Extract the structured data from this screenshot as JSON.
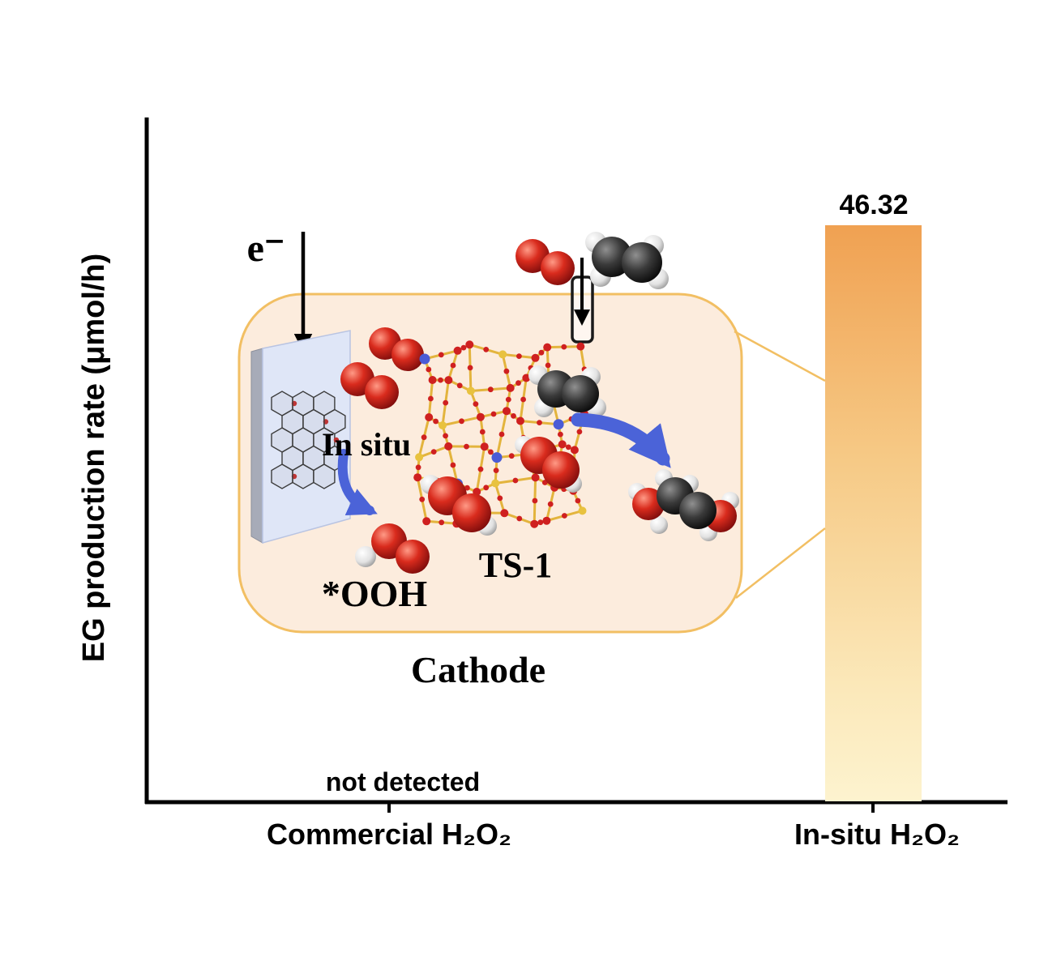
{
  "chart_data": {
    "type": "bar",
    "title": "",
    "ylabel": "EG production rate (μmol/h)",
    "xlabel": "",
    "categories": [
      "Commercial H₂O₂",
      "In-situ H₂O₂"
    ],
    "values": [
      0,
      46.32
    ],
    "value_label": "46.32",
    "not_detected_label": "not detected",
    "ylim": [
      0,
      50
    ],
    "grid": false,
    "legend": false,
    "bar_colors": {
      "top": "#f0a152",
      "bottom": "#fdf3cf"
    }
  },
  "diagram": {
    "electron_label": "e⁻",
    "in_situ_label": "In situ",
    "ooh_label": "*OOH",
    "ts1_label": "TS-1",
    "cathode_label": "Cathode",
    "colors": {
      "box_fill": "#fcecdd",
      "box_border": "#f2bf63",
      "arrow_blue": "#4b63d8",
      "in_situ_text": "#3f55cb",
      "oxygen_red": "#cf2020",
      "zeolite_yellow": "#e3b43d"
    }
  }
}
